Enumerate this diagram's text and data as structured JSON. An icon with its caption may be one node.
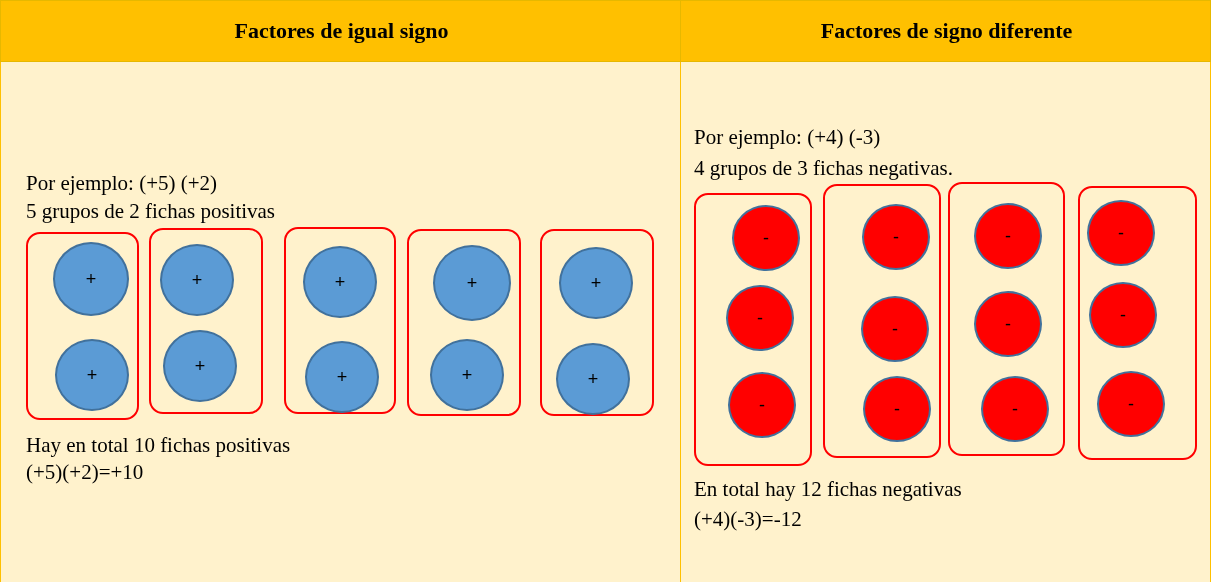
{
  "diagram": {
    "nodes": [
      {
        "text": [],
        "shape": "box"
      },
      {
        "text": [
          "+"
        ],
        "in": 0
      },
      {
        "text": [
          "+"
        ],
        "in": 0
      },
      {
        "text": [],
        "shape": "box"
      },
      {
        "text": [
          "+"
        ],
        "in": 3
      },
      {
        "text": [
          "+"
        ],
        "in": 3
      },
      {
        "text": [],
        "shape": "box"
      },
      {
        "text": [
          "+"
        ],
        "in": 6
      },
      {
        "text": [
          "+"
        ],
        "in": 6
      },
      {
        "text": [],
        "shape": "box"
      },
      {
        "text": [
          "+"
        ],
        "in": 9
      },
      {
        "text": [
          "+"
        ],
        "in": 9
      },
      {
        "text": [],
        "shape": "box"
      },
      {
        "text": [
          "+"
        ],
        "in": 12
      },
      {
        "text": [
          "+"
        ],
        "in": 12
      },
      {
        "text": [],
        "shape": "box"
      },
      {
        "text": [
          "-"
        ],
        "in": 15
      },
      {
        "text": [
          "-"
        ],
        "in": 15
      },
      {
        "text": [
          "-"
        ],
        "in": 15
      },
      {
        "text": [],
        "shape": "box"
      },
      {
        "text": [
          "-"
        ],
        "in": 19
      },
      {
        "text": [
          "-"
        ],
        "in": 19
      },
      {
        "text": [
          "-"
        ],
        "in": 19
      },
      {
        "text": [],
        "shape": "box"
      },
      {
        "text": [
          "-"
        ],
        "in": 23
      },
      {
        "text": [
          "-"
        ],
        "in": 23
      },
      {
        "text": [
          "-"
        ],
        "in": 23
      },
      {
        "text": [],
        "shape": "box"
      },
      {
        "text": [
          "-"
        ],
        "in": 27
      },
      {
        "text": [
          "-"
        ],
        "in": 27
      },
      {
        "text": [
          "-"
        ],
        "in": 27
      }
    ],
    "edges": [],
    "labels": [
      "Factores de igual signo",
      "Factores de signo diferente",
      "Por ejemplo: (+5) (+2)",
      "5 grupos de 2 fichas positivas",
      "Hay en total 10 fichas positivas",
      "(+5)(+2)=+10",
      "Por ejemplo: (+4) (-3)",
      "4 grupos de 3 fichas negativas.",
      "En total hay 12 fichas negativas",
      "(+4)(-3)=-12"
    ]
  }
}
